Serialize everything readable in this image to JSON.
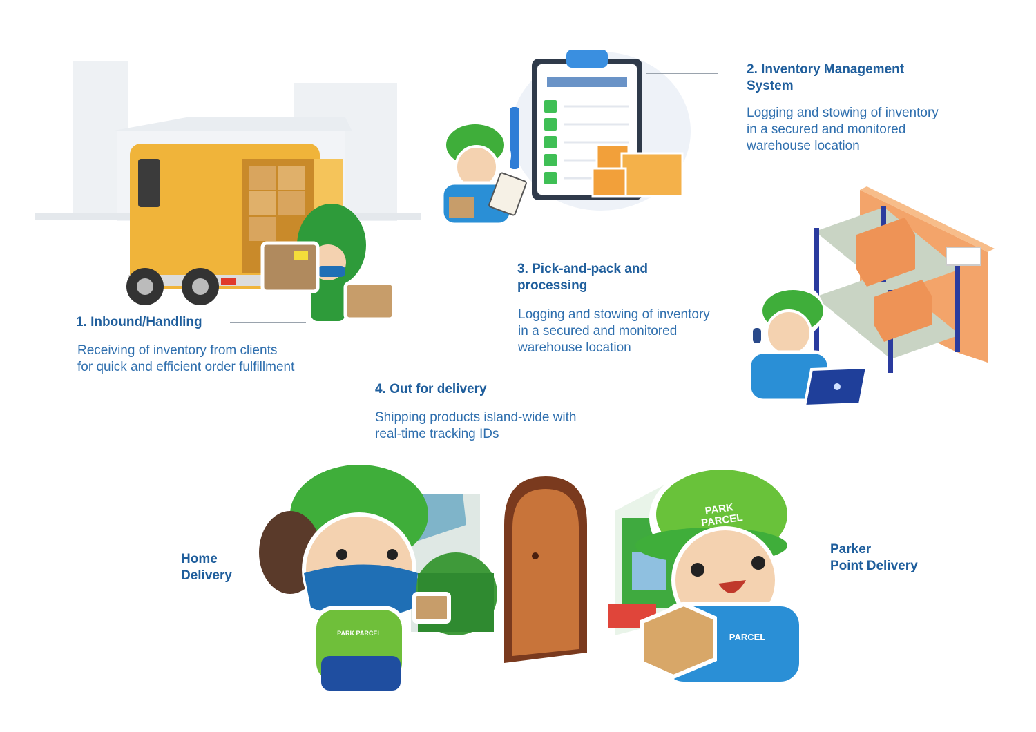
{
  "steps": [
    {
      "title": "1. Inbound/Handling",
      "desc_lines": [
        "Receiving of inventory from clients",
        "for quick and efficient order fulfillment"
      ]
    },
    {
      "title_lines": [
        "2. Inventory Management",
        "System"
      ],
      "desc_lines": [
        "Logging and stowing of inventory",
        "in a secured and monitored",
        "warehouse location"
      ]
    },
    {
      "title_lines": [
        "3. Pick-and-pack and",
        "processing"
      ],
      "desc_lines": [
        "Logging and stowing of inventory",
        "in a secured and monitored",
        "warehouse location"
      ]
    },
    {
      "title": "4. Out for delivery",
      "desc_lines": [
        "Shipping products island-wide with",
        "real-time tracking IDs"
      ]
    }
  ],
  "delivery": {
    "home_lines": [
      "Home",
      "Delivery"
    ],
    "parker_lines": [
      "Parker",
      "Point Delivery"
    ]
  },
  "brand": {
    "shirt_text": "PARK PARCEL",
    "cap_text_1": "PARK",
    "cap_text_2": "PARCEL",
    "shirt_text_big": "PARCEL"
  },
  "colors": {
    "title": "#1f5e9c",
    "desc": "#2f6fae",
    "green": "#3aa639",
    "van": "#f0b43a",
    "box": "#f2a03a",
    "shirt": "#2a8fd6"
  }
}
